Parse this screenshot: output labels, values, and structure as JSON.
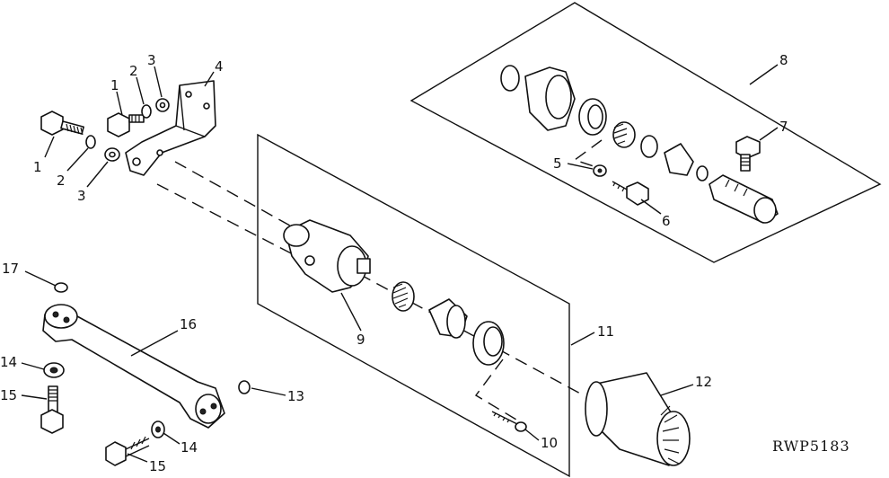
{
  "diagram": {
    "callouts": {
      "c1a": "1",
      "c1b": "1",
      "c2a": "2",
      "c2b": "2",
      "c3a": "3",
      "c3b": "3",
      "c4": "4",
      "c5": "5",
      "c6": "6",
      "c7": "7",
      "c8": "8",
      "c9": "9",
      "c10": "10",
      "c11": "11",
      "c12": "12",
      "c13": "13",
      "c14a": "14",
      "c14b": "14",
      "c15a": "15",
      "c15b": "15",
      "c16": "16",
      "c17": "17"
    },
    "figure_code": "RWP5183"
  }
}
